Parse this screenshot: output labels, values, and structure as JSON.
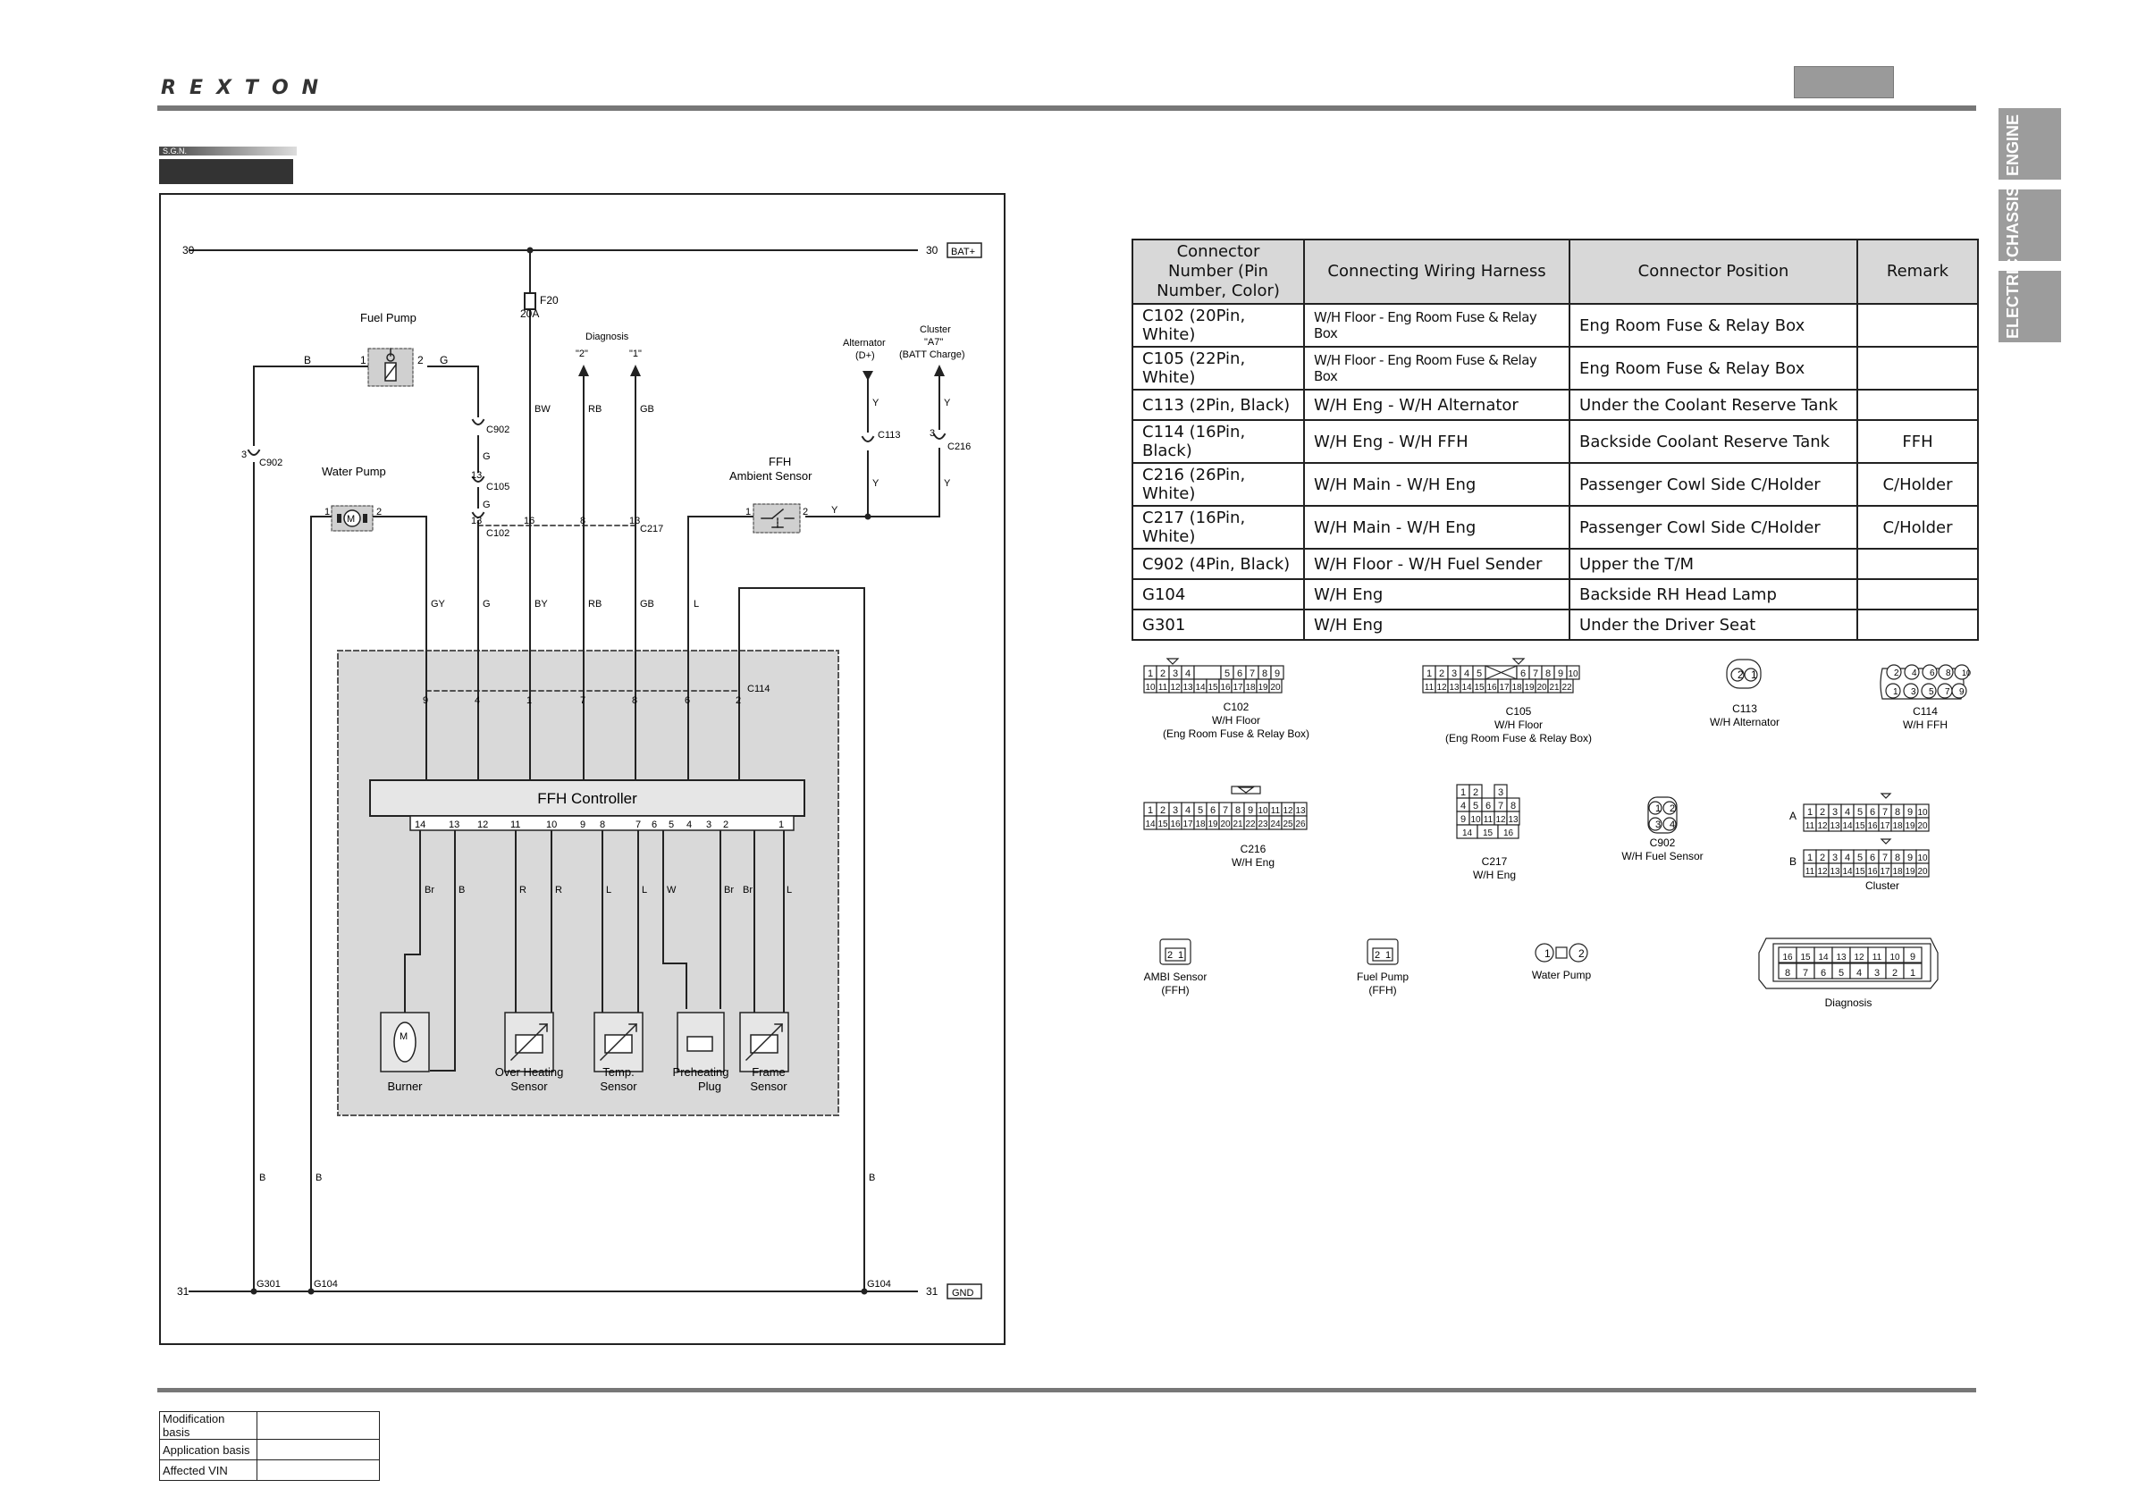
{
  "header": {
    "logo": "REXTON"
  },
  "side_tabs": [
    "ENGINE",
    "CHASSIS",
    "ELECTRIC"
  ],
  "sgn_label": "S.G.N.",
  "diagram": {
    "nodes": {
      "bat_left": "30",
      "bat_right": "30",
      "bat_tag": "BAT+",
      "gnd_left": "31",
      "gnd_right": "31",
      "gnd_tag": "GND",
      "fuse": "F20",
      "fuse_rating": "20A",
      "fuel_pump": "Fuel Pump",
      "water_pump": "Water Pump",
      "diagnosis": "Diagnosis",
      "diag_2": "\"2\"",
      "diag_1": "\"1\"",
      "alternator": "Alternator",
      "alternator_pin": "(D+)",
      "cluster": "Cluster",
      "cluster_pin": "\"A7\"",
      "cluster_desc": "(BATT Charge)",
      "ffh_ambient_1": "FFH",
      "ffh_ambient_2": "Ambient Sensor",
      "ffh_controller": "FFH Controller",
      "burner": "Burner",
      "over_heating_1": "Over Heating",
      "over_heating_2": "Sensor",
      "temp_1": "Temp.",
      "temp_2": "Sensor",
      "preheating_1": "Preheating",
      "preheating_2": "Plug",
      "frame_1": "Frame",
      "frame_2": "Sensor",
      "c902": "C902",
      "c105": "C105",
      "c102": "C102",
      "c217": "C217",
      "c113": "C113",
      "c216": "C216",
      "c114": "C114",
      "g301": "G301",
      "g104": "G104"
    },
    "wire_colors": {
      "b": "B",
      "g": "G",
      "y": "Y",
      "bw": "BW",
      "rb": "RB",
      "gb": "GB",
      "gy": "GY",
      "by": "BY",
      "l": "L",
      "br": "Br",
      "r": "R",
      "w": "W"
    },
    "pins": {
      "p1": "1",
      "p2": "2",
      "p3": "3",
      "p4": "4",
      "p5": "5",
      "p6": "6",
      "p7": "7",
      "p8": "8",
      "p9": "9",
      "p10": "10",
      "p11": "11",
      "p12": "12",
      "p13": "13",
      "p14": "14",
      "p16": "16",
      "m": "M"
    }
  },
  "connector_table": {
    "headers": [
      "Connector Number (Pin Number, Color)",
      "Connecting Wiring Harness",
      "Connector Position",
      "Remark"
    ],
    "rows": [
      [
        "C102 (20Pin, White)",
        "W/H Floor - Eng Room Fuse & Relay Box",
        "Eng Room Fuse & Relay Box",
        ""
      ],
      [
        "C105 (22Pin, White)",
        "W/H Floor - Eng Room Fuse & Relay Box",
        "Eng Room Fuse & Relay Box",
        ""
      ],
      [
        "C113 (2Pin, Black)",
        "W/H Eng - W/H Alternator",
        "Under the Coolant Reserve Tank",
        ""
      ],
      [
        "C114 (16Pin, Black)",
        "W/H Eng - W/H FFH",
        "Backside Coolant Reserve Tank",
        "FFH"
      ],
      [
        "C216 (26Pin, White)",
        "W/H Main - W/H Eng",
        "Passenger Cowl Side C/Holder",
        "C/Holder"
      ],
      [
        "C217 (16Pin, White)",
        "W/H Main - W/H Eng",
        "Passenger Cowl Side C/Holder",
        "C/Holder"
      ],
      [
        "C902 (4Pin, Black)",
        "W/H Floor - W/H Fuel Sender",
        "Upper the T/M",
        ""
      ],
      [
        "G104",
        "W/H Eng",
        "Backside RH Head Lamp",
        ""
      ],
      [
        "G301",
        "W/H Eng",
        "Under the Driver Seat",
        ""
      ]
    ]
  },
  "connector_views": {
    "c102": {
      "name": "C102",
      "desc1": "W/H Floor",
      "desc2": "(Eng Room Fuse & Relay Box)"
    },
    "c105": {
      "name": "C105",
      "desc1": "W/H Floor",
      "desc2": "(Eng Room Fuse & Relay Box)"
    },
    "c113": {
      "name": "C113",
      "desc1": "W/H Alternator"
    },
    "c114": {
      "name": "C114",
      "desc1": "W/H FFH"
    },
    "c216": {
      "name": "C216",
      "desc1": "W/H Eng"
    },
    "c217": {
      "name": "C217",
      "desc1": "W/H Eng"
    },
    "c902": {
      "name": "C902",
      "desc1": "W/H Fuel Sensor"
    },
    "cluster": {
      "name": "Cluster",
      "row_a": "A",
      "row_b": "B"
    },
    "ambi": {
      "name": "AMBI Sensor",
      "desc1": "(FFH)"
    },
    "fuelpump": {
      "name": "Fuel Pump",
      "desc1": "(FFH)"
    },
    "waterpump": {
      "name": "Water Pump"
    },
    "diagnosis": {
      "name": "Diagnosis"
    }
  },
  "footer_table": {
    "rows": [
      "Modification basis",
      "Application basis",
      "Affected VIN"
    ]
  }
}
